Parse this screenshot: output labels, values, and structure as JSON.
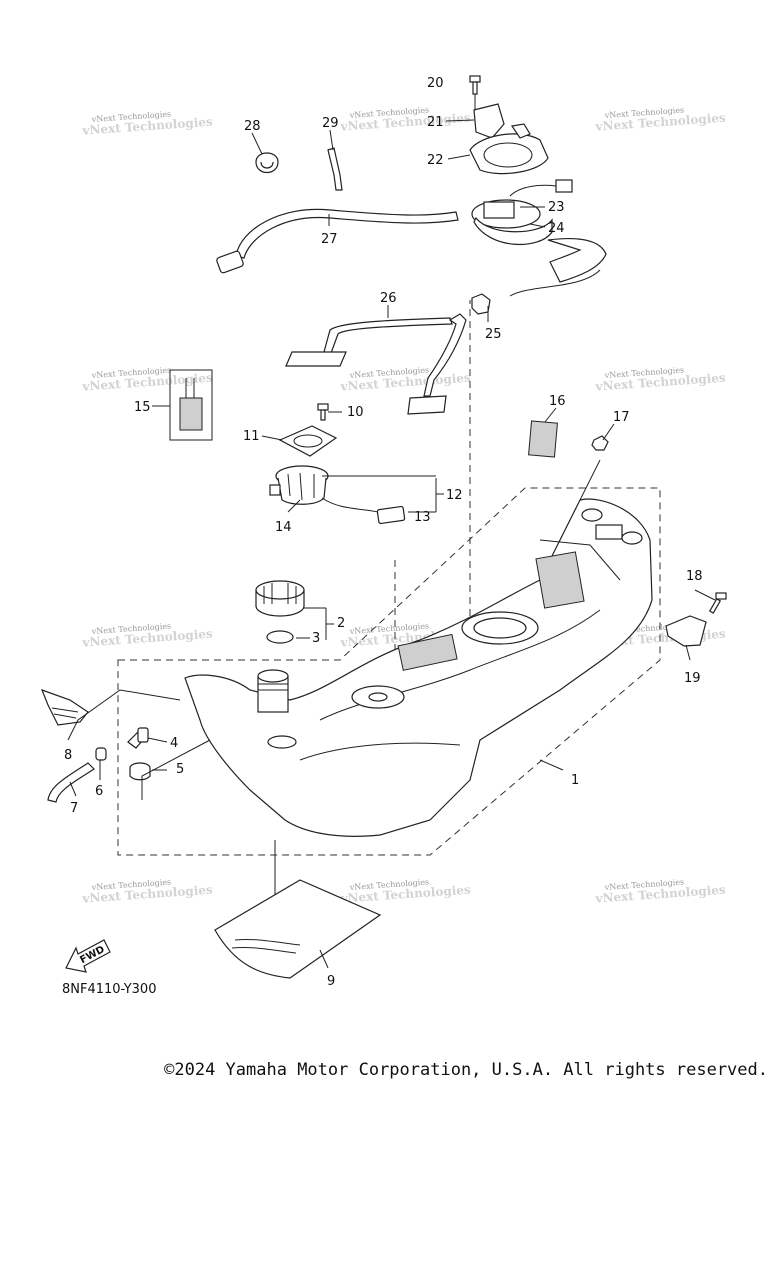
{
  "diagram": {
    "code": "8NF4110-Y300",
    "fwd": "FWD",
    "watermark": "vNext Technologies",
    "parts": [
      "1",
      "2",
      "3",
      "4",
      "5",
      "6",
      "7",
      "8",
      "9",
      "10",
      "11",
      "12",
      "13",
      "14",
      "15",
      "16",
      "17",
      "18",
      "19",
      "20",
      "21",
      "22",
      "23",
      "24",
      "25",
      "26",
      "27",
      "28",
      "29"
    ]
  },
  "footer": {
    "copyright": "©2024 Yamaha Motor Corporation, U.S.A. All rights reserved."
  }
}
